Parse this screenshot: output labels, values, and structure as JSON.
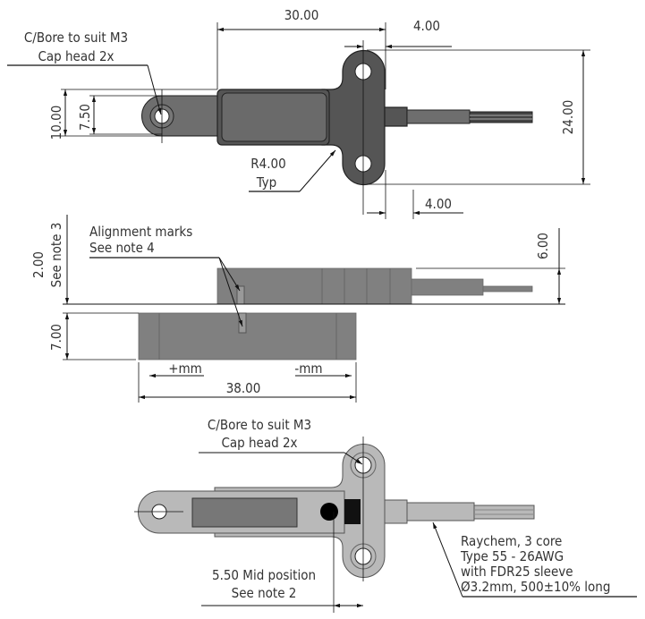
{
  "top_view": {
    "dim_width": "30.00",
    "dim_flange_offset_top": "4.00",
    "dim_flange_offset_bottom": "4.00",
    "dim_height_total": "24.00",
    "dim_lug_outer": "10.00",
    "dim_lug_inner": "7.50",
    "note_cbore_line1": "C/Bore to suit M3",
    "note_cbore_line2": "Cap head 2x",
    "note_radius_line1": "R4.00",
    "note_radius_line2": "Typ"
  },
  "side_view": {
    "note_alignment_line1": "Alignment marks",
    "note_alignment_line2": "See note 4",
    "dim_gap": "2.00",
    "dim_gap_note": "See note 3",
    "dim_upper_height": "6.00",
    "dim_lower_height": "7.00",
    "dim_length": "38.00",
    "label_plus": "+mm",
    "label_minus": "-mm"
  },
  "bottom_view": {
    "note_cbore_line1": "C/Bore to suit M3",
    "note_cbore_line2": "Cap head 2x",
    "note_mid_line1": "5.50 Mid position",
    "note_mid_line2": "See note 2",
    "cable_line1": "Raychem, 3 core",
    "cable_line2": "Type 55 - 26AWG",
    "cable_line3": "with FDR25 sleeve",
    "cable_line4": "Ø3.2mm, 500±10% long"
  }
}
